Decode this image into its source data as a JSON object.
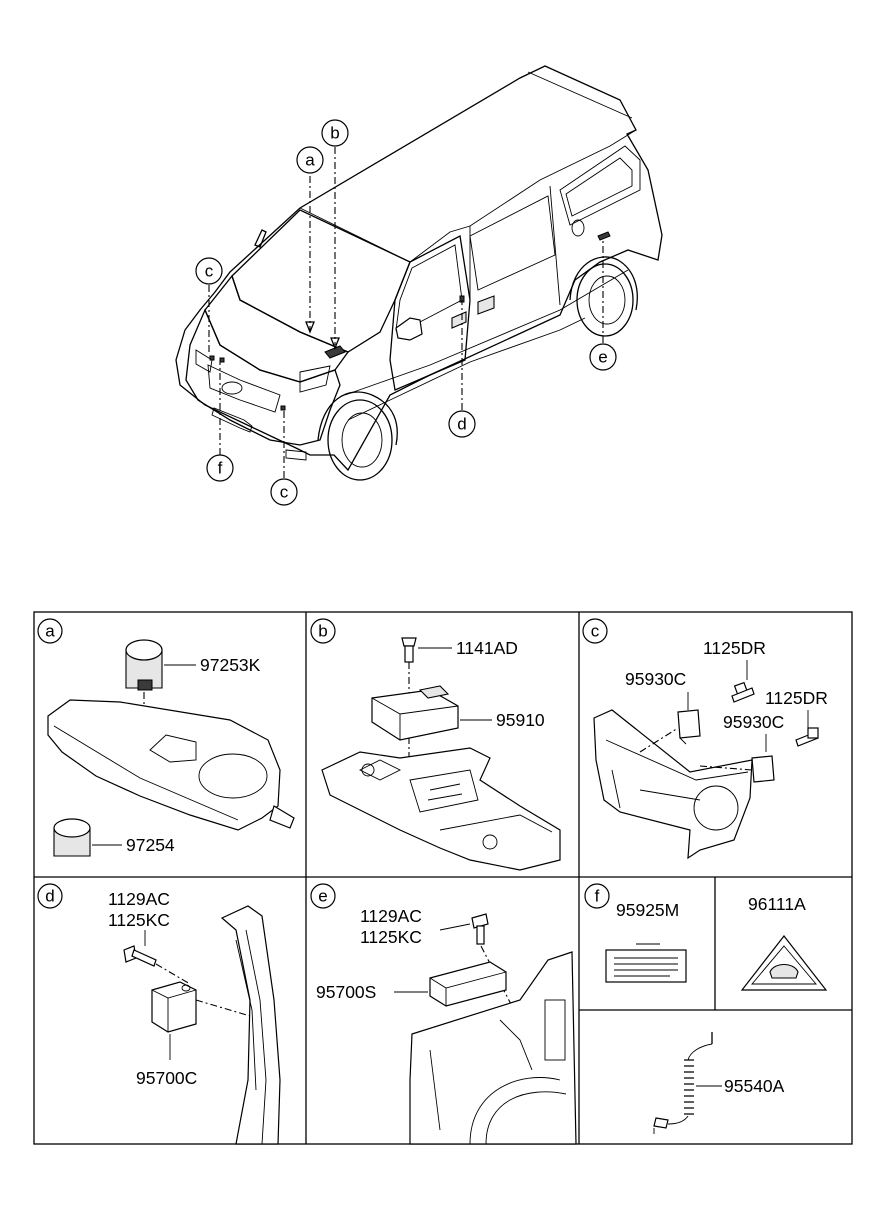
{
  "vehicle_callouts": {
    "a": "a",
    "b": "b",
    "c_upper": "c",
    "c_lower": "c",
    "d": "d",
    "e": "e",
    "f": "f"
  },
  "panels": {
    "a": {
      "letter": "a",
      "parts": [
        "97253K",
        "97254"
      ]
    },
    "b": {
      "letter": "b",
      "parts": [
        "1141AD",
        "95910"
      ]
    },
    "c": {
      "letter": "c",
      "parts": [
        "1125DR",
        "95930C",
        "1125DR",
        "95930C"
      ]
    },
    "d": {
      "letter": "d",
      "parts": [
        "1129AC",
        "1125KC",
        "95700C"
      ]
    },
    "e": {
      "letter": "e",
      "parts": [
        "1129AC",
        "1125KC",
        "95700S"
      ]
    },
    "f": {
      "letter": "f",
      "parts": [
        "95925M",
        "96111A",
        "95540A"
      ]
    }
  }
}
